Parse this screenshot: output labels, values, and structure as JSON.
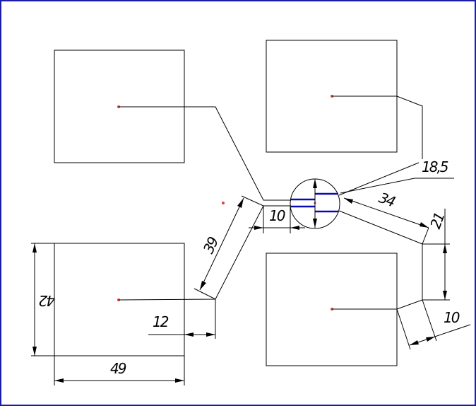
{
  "drawing": {
    "dimensions": {
      "d_18_5": "18,5",
      "d_34": "34",
      "d_21": "21",
      "d_10_top": "10",
      "d_39": "39",
      "d_12": "12",
      "d_42": "42",
      "d_49": "49",
      "d_10_bottom": "10"
    },
    "colors": {
      "frame": "#1c1ca8",
      "highlight": "#0a0ab4",
      "point": "#e04040"
    }
  }
}
